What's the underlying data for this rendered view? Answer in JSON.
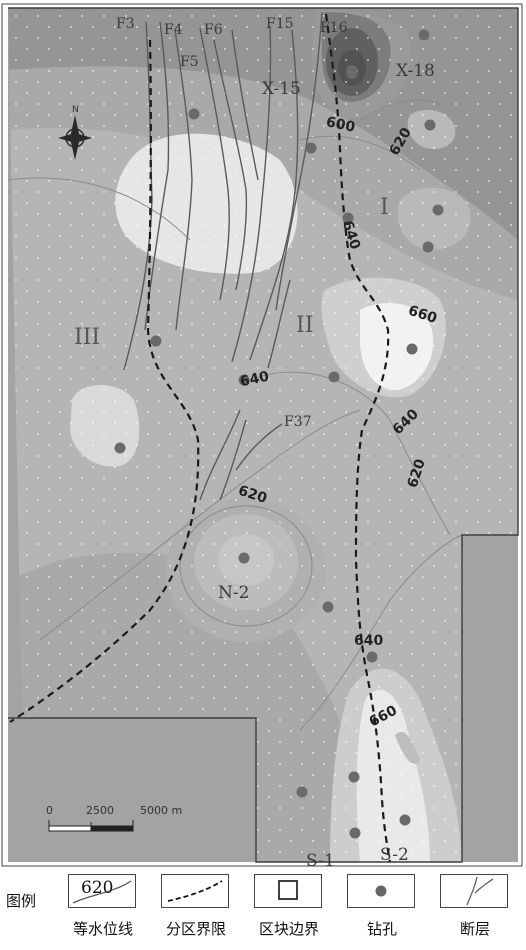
{
  "map": {
    "zones": [
      "I",
      "II",
      "III"
    ],
    "faults": [
      "F3",
      "F4",
      "F5",
      "F6",
      "F15",
      "F16",
      "F37"
    ],
    "wells": [
      "X-15",
      "X-18",
      "N-2",
      "S-1",
      "S-2"
    ],
    "contours": [
      "600",
      "620",
      "640",
      "640",
      "660",
      "640",
      "620",
      "640",
      "620",
      "640",
      "660"
    ],
    "scale": {
      "zero": "0",
      "mid": "2500",
      "end": "5000 m"
    },
    "north": "N"
  },
  "legend": {
    "title": "图例",
    "contour_value": "620",
    "items": [
      "等水位线",
      "分区界限",
      "区块边界",
      "钻孔",
      "断层"
    ]
  },
  "colors": {
    "darkest": "#6a6a6a",
    "dark": "#8e8e8e",
    "mid": "#a6a6a6",
    "light": "#c4c4c4",
    "lighter": "#dddddd",
    "lightest": "#f3f3f3"
  }
}
